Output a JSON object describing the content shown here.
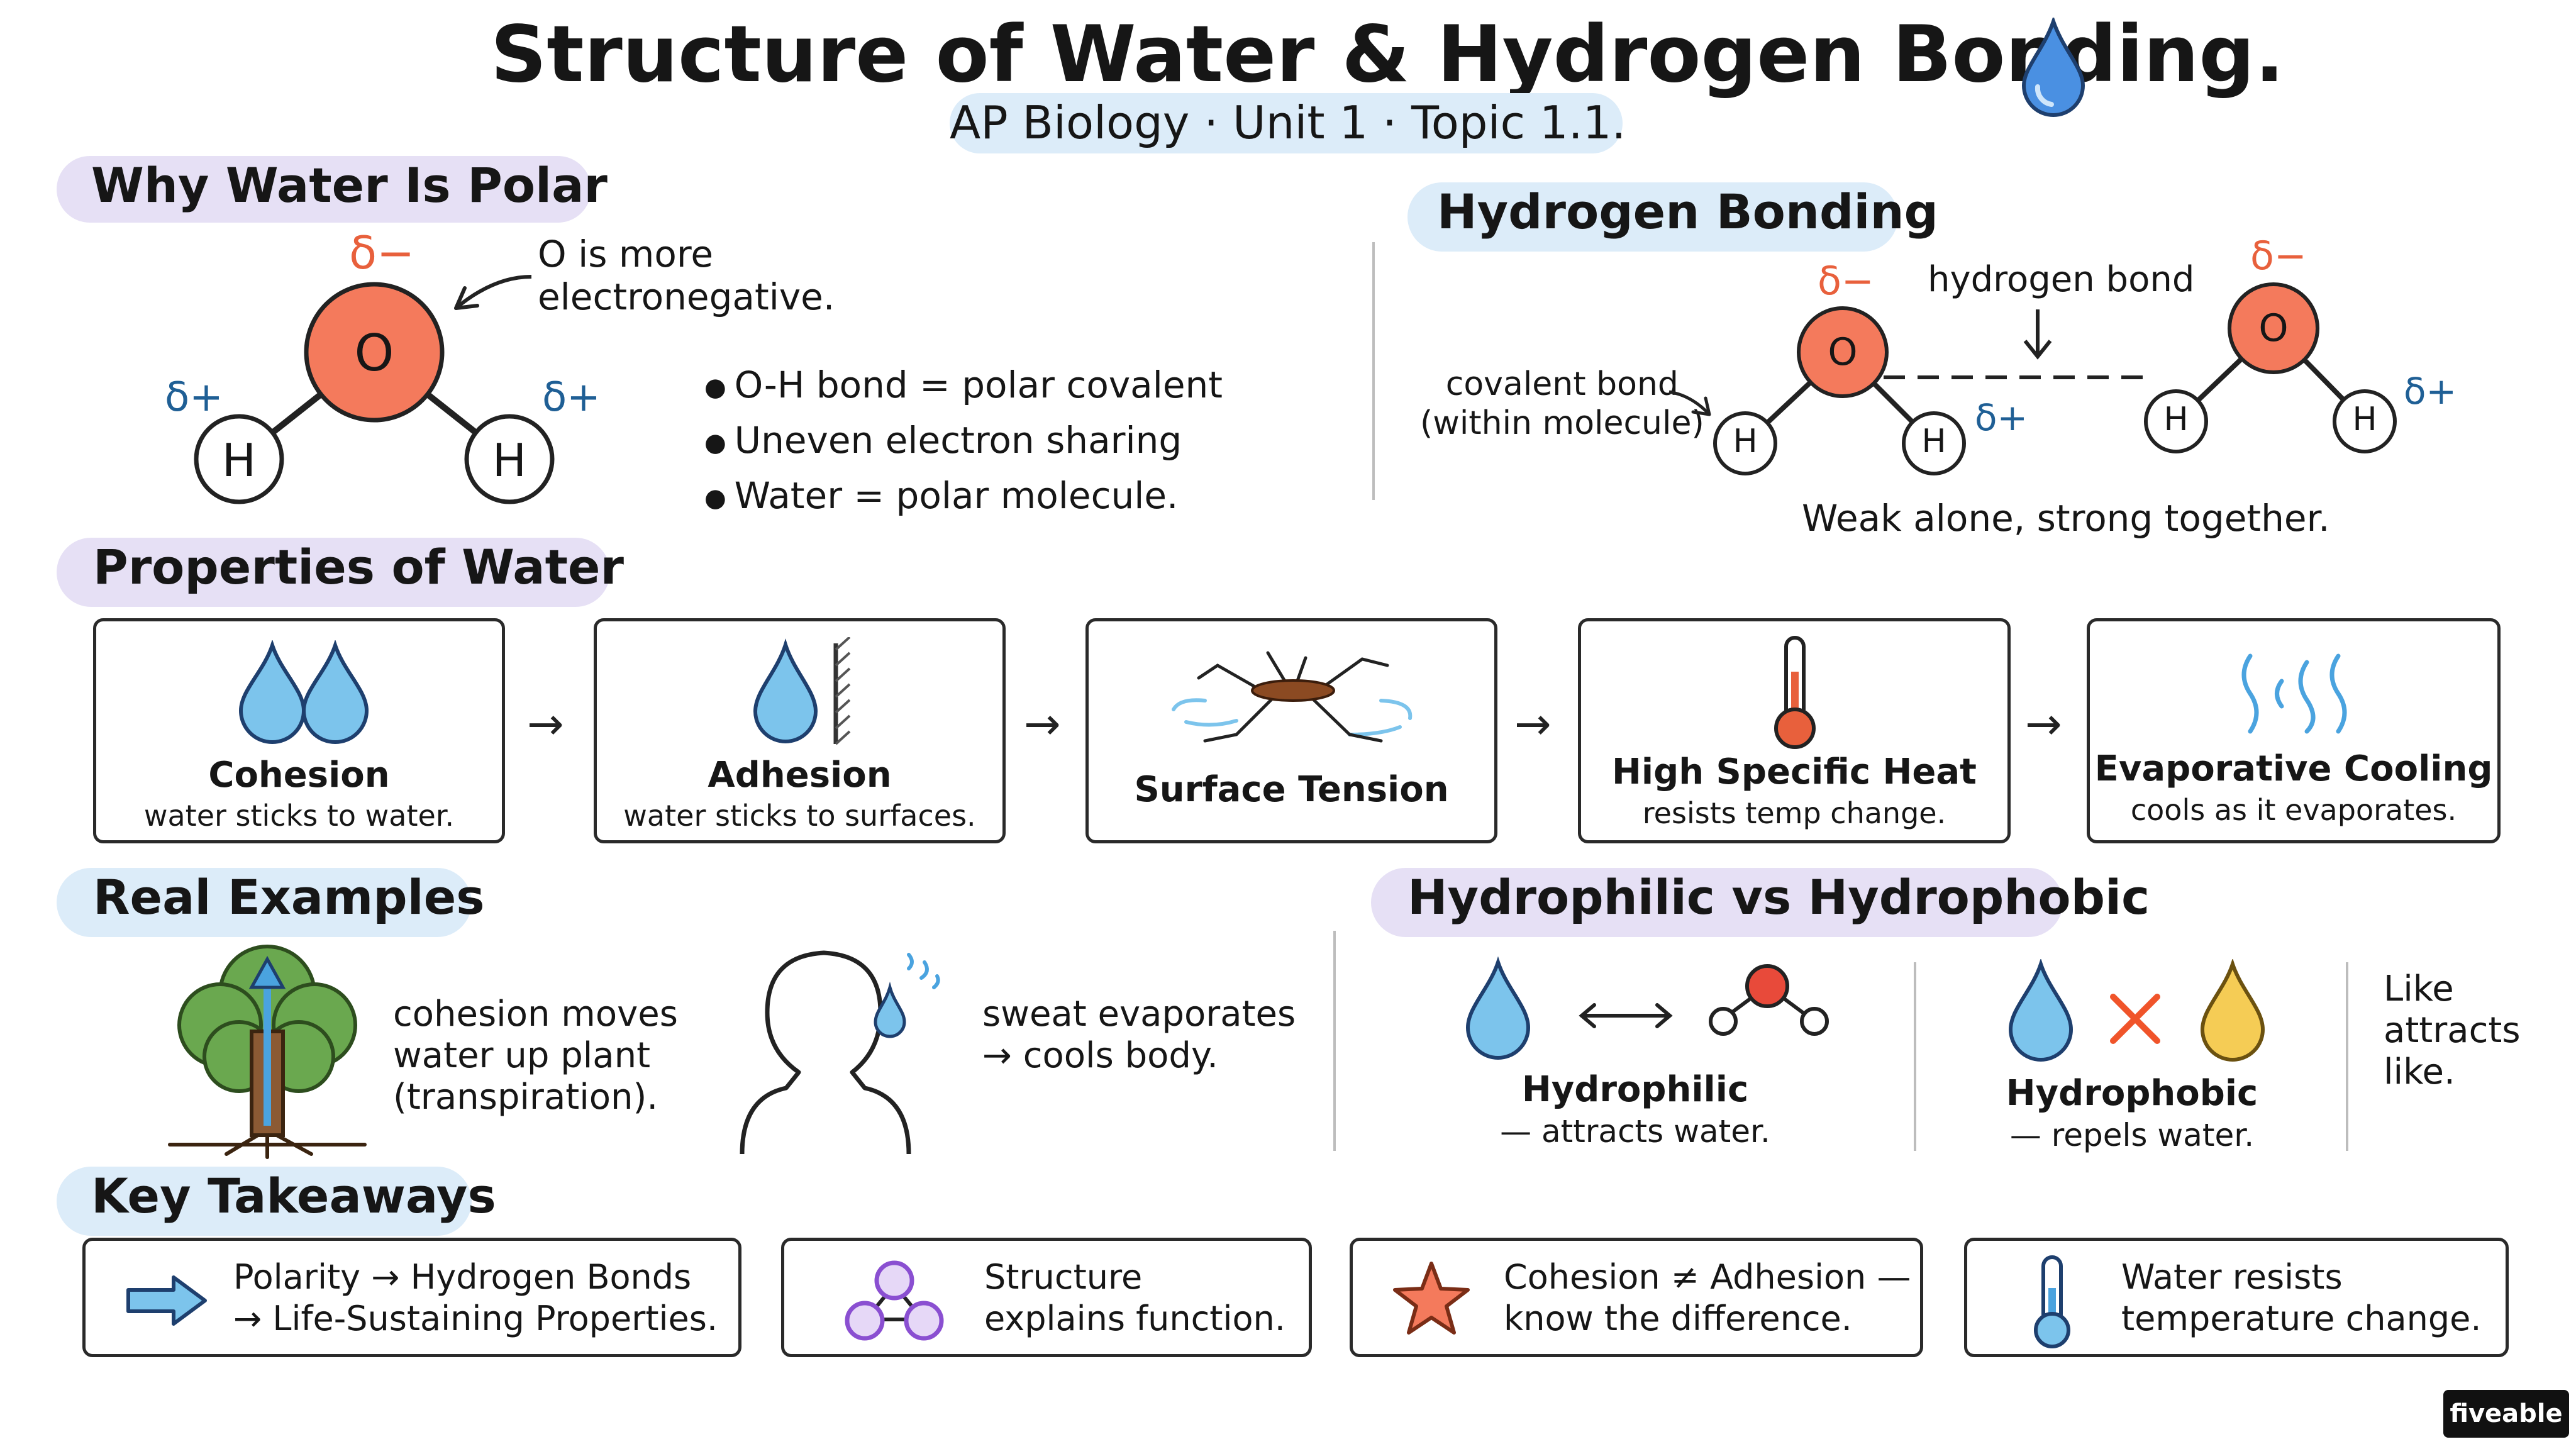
{
  "header": {
    "title": "Structure of Water & Hydrogen Bonding.",
    "subtitle": "AP Biology · Unit 1 · Topic 1.1."
  },
  "polar": {
    "heading": "Why Water Is Polar",
    "delta_minus": "δ−",
    "delta_plus": "δ+",
    "atom_o": "O",
    "atom_h": "H",
    "note_line1": "O is more",
    "note_line2": "electronegative.",
    "bullets": [
      "O-H bond = polar covalent",
      "Uneven electron sharing",
      "Water = polar molecule."
    ]
  },
  "hbond": {
    "heading": "Hydrogen Bonding",
    "delta_minus": "δ−",
    "delta_plus": "δ+",
    "hydrogen_bond_label": "hydrogen bond",
    "covalent_line1": "covalent bond",
    "covalent_line2": "(within molecule)",
    "atom_o": "O",
    "atom_h": "H",
    "caption": "Weak alone, strong together."
  },
  "properties": {
    "heading": "Properties of Water",
    "arrow": "→",
    "items": [
      {
        "title": "Cohesion",
        "desc": "water sticks to water."
      },
      {
        "title": "Adhesion",
        "desc": "water sticks to surfaces."
      },
      {
        "title": "Surface Tension",
        "desc": ""
      },
      {
        "title": "High Specific Heat",
        "desc": "resists temp change."
      },
      {
        "title": "Evaporative Cooling",
        "desc": "cools as it evaporates."
      }
    ]
  },
  "examples": {
    "heading": "Real Examples",
    "tree_line1": "cohesion moves",
    "tree_line2": "water up plant",
    "tree_line3": "(transpiration).",
    "sweat_line1": "sweat evaporates",
    "sweat_line2": "→ cools body."
  },
  "hydro": {
    "heading": "Hydrophilic vs Hydrophobic",
    "philic_title": "Hydrophilic",
    "philic_desc": "— attracts water.",
    "phobic_title": "Hydrophobic",
    "phobic_desc": "— repels water.",
    "like_line1": "Like",
    "like_line2": "attracts",
    "like_line3": "like."
  },
  "takeaways": {
    "heading": "Key Takeaways",
    "items": [
      {
        "line1": "Polarity → Hydrogen Bonds",
        "line2": "→ Life-Sustaining Properties.",
        "icon": "arrow-right-icon"
      },
      {
        "line1": "Structure",
        "line2": "explains function.",
        "icon": "molecule-icon"
      },
      {
        "line1": "Cohesion ≠ Adhesion —",
        "line2": "know the difference.",
        "icon": "star-icon"
      },
      {
        "line1": "Water resists",
        "line2": "temperature change.",
        "icon": "thermometer-icon"
      }
    ]
  },
  "brand": {
    "logo": "fiveable"
  },
  "colors": {
    "oxygen": "#f47a5c",
    "delta_minus": "#e8603c",
    "delta_plus": "#1f5f95",
    "water": "#7cc4ec",
    "highlight_purple": "#e6e0f5",
    "highlight_blue": "#dcecf9"
  }
}
